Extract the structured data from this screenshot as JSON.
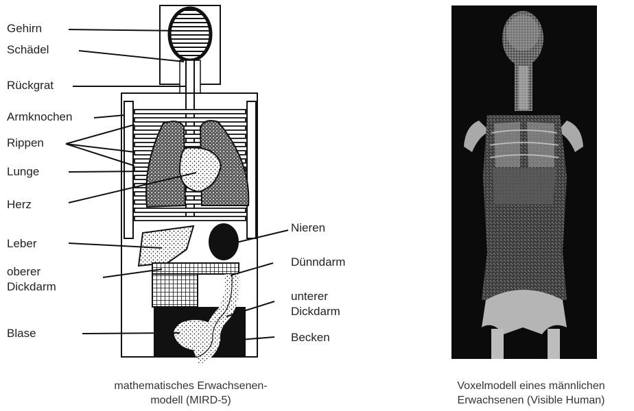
{
  "left_panel": {
    "labels": {
      "gehirn": "Gehirn",
      "schaedel": "Schädel",
      "rueckgrat": "Rückgrat",
      "armknochen": "Armknochen",
      "rippen": "Rippen",
      "lunge": "Lunge",
      "herz": "Herz",
      "leber": "Leber",
      "oberer_dickdarm_1": "oberer",
      "oberer_dickdarm_2": "Dickdarm",
      "blase": "Blase",
      "nieren": "Nieren",
      "duenndarm": "Dünndarm",
      "unterer_dickdarm_1": "unterer",
      "unterer_dickdarm_2": "Dickdarm",
      "becken": "Becken"
    },
    "caption_line1": "mathematisches Erwachsenen-",
    "caption_line2": "modell (MIRD-5)"
  },
  "right_panel": {
    "caption_line1": "Voxelmodell eines männlichen",
    "caption_line2": "Erwachsenen (Visible Human)"
  }
}
